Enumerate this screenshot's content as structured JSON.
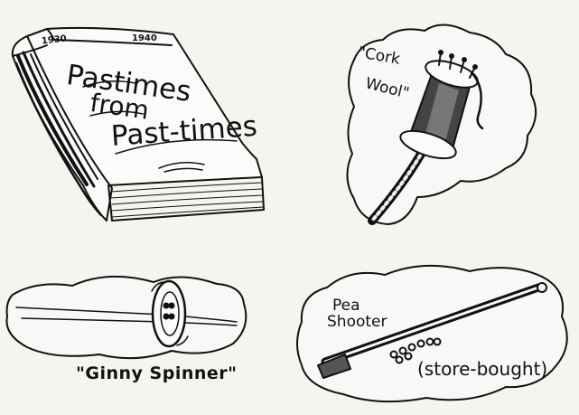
{
  "book": {
    "year_start": "1930",
    "year_end": "1940",
    "title_line1": "Pastimes",
    "title_line2": "from",
    "title_line3": "Past-times"
  },
  "cork_wool": {
    "label_line1": "\"Cork",
    "label_line2": "Wool\""
  },
  "ginny_spinner": {
    "label": "\"Ginny Spinner\""
  },
  "pea_shooter": {
    "label_line1": "Pea",
    "label_line2": "Shooter",
    "note": "(store-bought)"
  },
  "colors": {
    "ink": "#111111",
    "paper": "#f4f4f1"
  },
  "icons": [
    "book-icon",
    "cork-wool-spool-icon",
    "ginny-spinner-icon",
    "pea-shooter-icon"
  ]
}
